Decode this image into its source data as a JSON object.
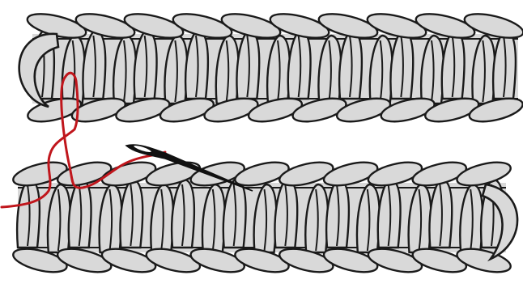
{
  "diagram": {
    "subject": "crochet-seam-joining-two-chain-edges",
    "colors": {
      "background": "#ffffff",
      "yarn_fill": "#d9d9d9",
      "yarn_outline": "#1a1a1a",
      "working_thread": "#c0161c",
      "needle": "#111111"
    },
    "rows": [
      {
        "name": "upper-crochet-edge",
        "upright_loops": 19,
        "top_chain_links": 10,
        "bottom_chain_links": 11
      },
      {
        "name": "lower-crochet-edge",
        "upright_loops": 19,
        "top_chain_links": 11,
        "bottom_chain_links": 11
      }
    ],
    "icons": [
      "tapestry-needle-icon",
      "working-thread-icon",
      "end-loop-icon"
    ]
  }
}
